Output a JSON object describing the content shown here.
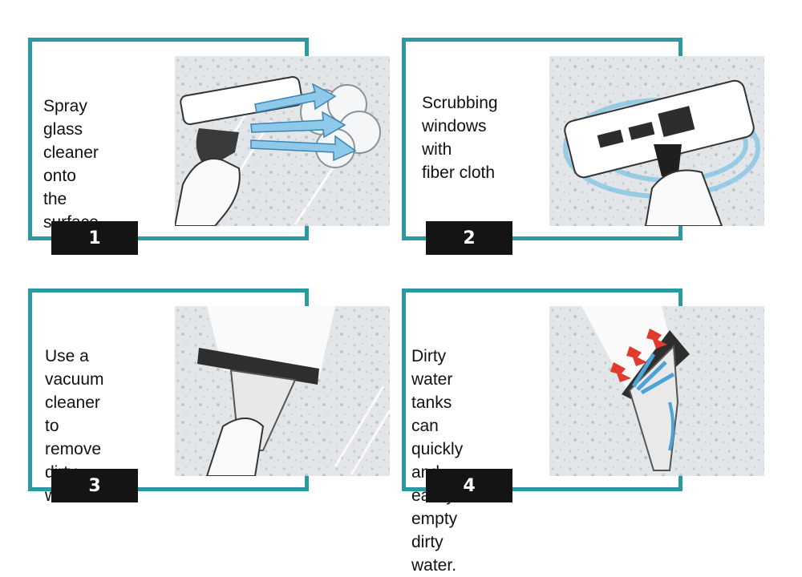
{
  "accent_color": "#2a9aa0",
  "steps": [
    {
      "number": "1",
      "text": "Spray glass\ncleaner onto\nthe surface",
      "illustration": "spray-bottle-mop-illustration"
    },
    {
      "number": "2",
      "text": "Scrubbing\nwindows with\nfiber cloth",
      "illustration": "mop-scrubbing-illustration"
    },
    {
      "number": "3",
      "text": "Use a vacuum\ncleaner to\nremove dirty\nwater",
      "illustration": "window-vacuum-illustration"
    },
    {
      "number": "4",
      "text": "Dirty water tanks\ncan quickly and\neasily empty\ndirty water.",
      "illustration": "water-tank-illustration"
    }
  ]
}
